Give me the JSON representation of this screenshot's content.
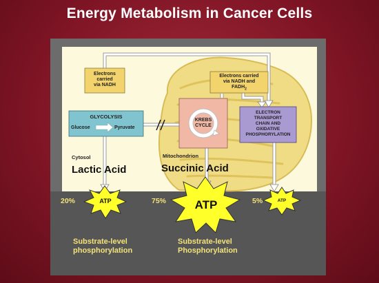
{
  "title": "Energy Metabolism in Cancer Cells",
  "boxes": {
    "electrons_nadh": [
      "Electrons",
      "carried",
      "via NADH"
    ],
    "electrons_nadh_fadh2": [
      "Electrons carried",
      "via NADH and",
      "FADH2"
    ],
    "glycolysis_title": "GLYCOLYSIS",
    "glucose": "Glucose",
    "pyruvate": "Pyruvate",
    "krebs": [
      "KREBS",
      "CYCLE"
    ],
    "etc": [
      "ELECTRON",
      "TRANSPORT",
      "CHAIN AND",
      "OXIDATIVE",
      "PHOSPHORYLATION"
    ]
  },
  "labels": {
    "cytosol": "Cytosol",
    "mitochondrion": "Mitochondrion",
    "lactic_acid": "Lactic  Acid",
    "succinic_acid": "Succinic Acid"
  },
  "atp": [
    {
      "pct": "20%",
      "label": "ATP"
    },
    {
      "pct": "75%",
      "label": "ATP"
    },
    {
      "pct": "5%",
      "label": "ATP"
    }
  ],
  "phosphorylation": {
    "left": [
      "Substrate-level",
      "phosphorylation"
    ],
    "center": [
      "Substrate-level",
      "Phosphorylation"
    ]
  },
  "colors": {
    "background": "#7d1424",
    "panel": "#565656",
    "mito": "#f1dc86",
    "glycolysis_box": "#7fc4cf",
    "etc_box": "#a99ad1",
    "krebs_box": "#f2b8a6",
    "electron_box": "#f3d36b",
    "starburst": "#ffff2a",
    "caption": "#f3e27a"
  }
}
